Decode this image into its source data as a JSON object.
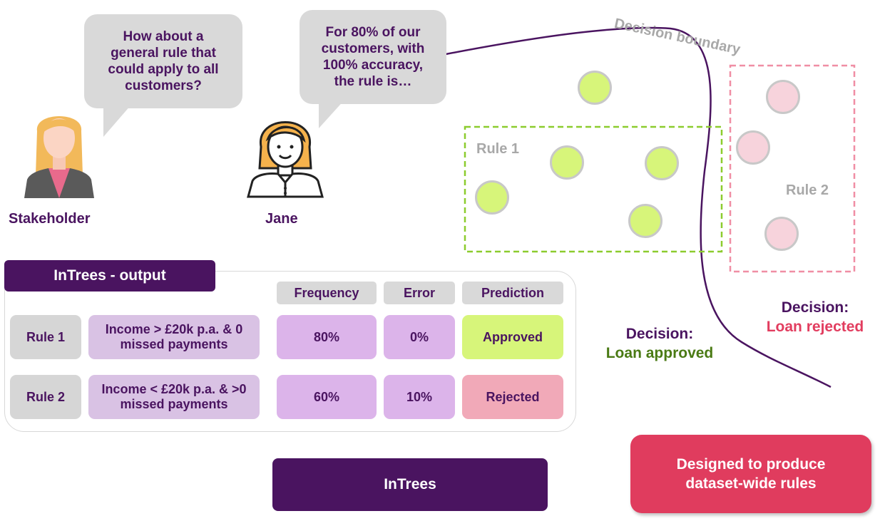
{
  "stakeholder": {
    "bubble_text": "How about a general rule that could apply to all customers?",
    "label": "Stakeholder"
  },
  "jane": {
    "bubble_text": "For 80% of our customers, with 100% accuracy, the rule is…",
    "label": "Jane"
  },
  "diagram": {
    "boundary_label": "Decision boundary",
    "rule1_label": "Rule 1",
    "rule2_label": "Rule 2",
    "decision_approved_title": "Decision:",
    "decision_approved_value": "Loan approved",
    "decision_rejected_title": "Decision:",
    "decision_rejected_value": "Loan rejected"
  },
  "table": {
    "title": "InTrees - output",
    "headers": [
      "Frequency",
      "Error",
      "Prediction"
    ],
    "rows": [
      {
        "name": "Rule 1",
        "condition": "Income > £20k p.a. & 0 missed payments",
        "frequency": "80%",
        "error": "0%",
        "prediction": "Approved"
      },
      {
        "name": "Rule 2",
        "condition": "Income < £20k p.a. & >0 missed payments",
        "frequency": "60%",
        "error": "10%",
        "prediction": "Rejected"
      }
    ]
  },
  "intrees_button": "InTrees",
  "callout": "Designed to produce dataset-wide rules",
  "colors": {
    "purple_dark": "#4a1460",
    "approved_green": "#4a7a14",
    "rejected_red": "#e23d5f",
    "callout_bg": "#e03c5e"
  }
}
